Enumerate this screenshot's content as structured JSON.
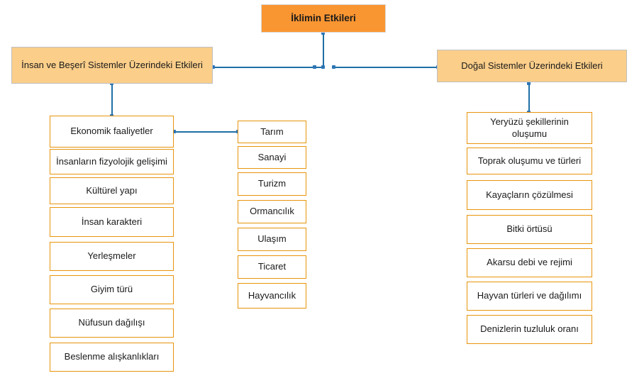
{
  "diagram": {
    "title": "İklimin Etkileri",
    "root": {
      "label": "İklimin Etkileri"
    },
    "branches": [
      {
        "id": "human",
        "label": "İnsan ve Beşerî Sistemler Üzerindeki Etkileri"
      },
      {
        "id": "natural",
        "label": "Doğal Sistemler Üzerindeki Etkileri"
      }
    ],
    "columns": {
      "human_effects": [
        "Ekonomik faaliyetler",
        "İnsanların fizyolojik gelişimi",
        "Kültürel yapı",
        "İnsan karakteri",
        "Yerleşmeler",
        "Giyim türü",
        "Nüfusun dağılışı",
        "Beslenme alışkanlıkları"
      ],
      "economic_activities": [
        "Tarım",
        "Sanayi",
        "Turizm",
        "Ormancılık",
        "Ulaşım",
        "Ticaret",
        "Hayvancılık"
      ],
      "natural_effects": [
        "Yeryüzü şekillerinin oluşumu",
        "Toprak oluşumu ve türleri",
        "Kayaçların çözülmesi",
        "Bitki örtüsü",
        "Akarsu debi ve rejimi",
        "Hayvan türleri ve dağılımı",
        "Denizlerin tuzluluk oranı"
      ]
    },
    "colors": {
      "root_fill": "#FA9632",
      "branch_fill": "#FBCE8A",
      "leaf_fill": "#FFFFFF",
      "leaf_border": "#E8940C",
      "connector": "#1F6FA5",
      "connector_dot": "#2E75B6",
      "background": "#FFFFFF"
    }
  }
}
